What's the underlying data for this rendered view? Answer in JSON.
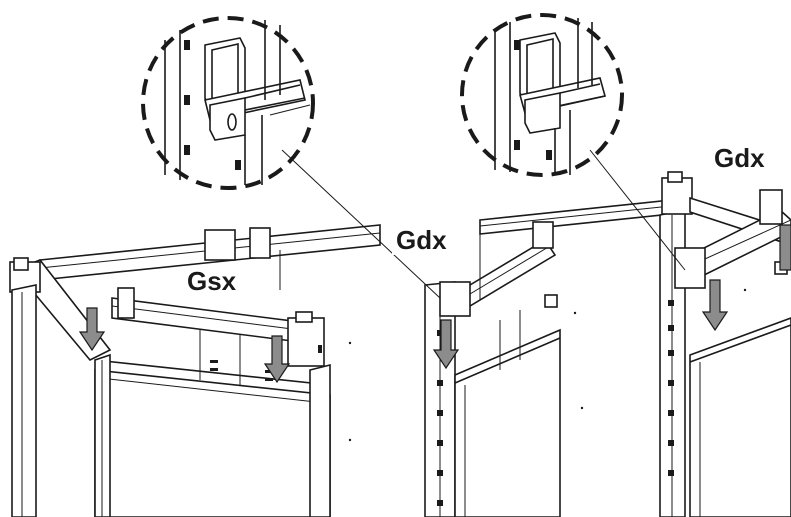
{
  "labels": {
    "left_rail": "Gsx",
    "center_rail": "Gdx",
    "right_rail": "Gdx"
  },
  "colors": {
    "line": "#1a1a1a",
    "arrow_fill": "#8c8c8c",
    "background": "#ffffff"
  }
}
